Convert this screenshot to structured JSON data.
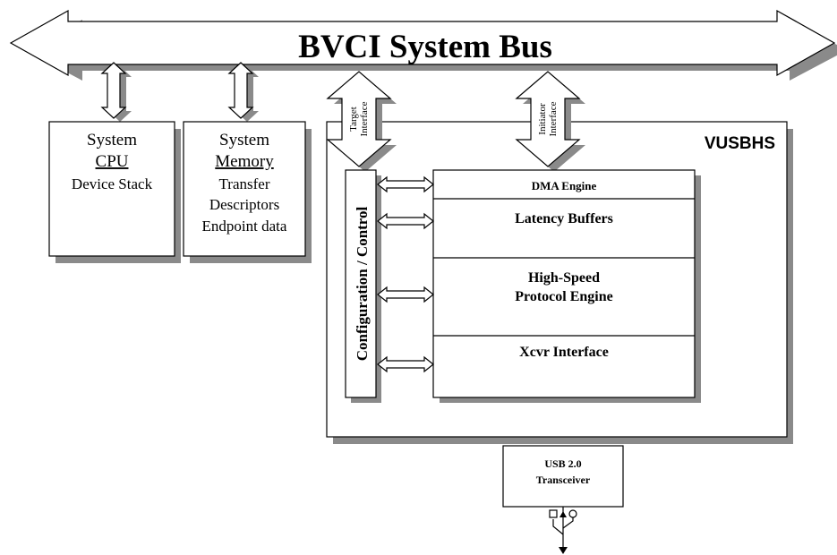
{
  "bus": {
    "title": "BVCI System Bus"
  },
  "cpu": {
    "line1": "System",
    "line2": "CPU",
    "line3": "Device Stack"
  },
  "memory": {
    "line1": "System",
    "line2": "Memory",
    "line3": "Transfer",
    "line4": "Descriptors",
    "line5": "Endpoint data"
  },
  "target_interface": {
    "line1": "Target",
    "line2": "Interface"
  },
  "initiator_interface": {
    "line1": "Initiator",
    "line2": "Interface"
  },
  "vusbhs": {
    "label": "VUSBHS"
  },
  "config": {
    "label": "Configuration / Control"
  },
  "engine": {
    "dma": "DMA Engine",
    "latency": "Latency Buffers",
    "protocol_line1": "High-Speed",
    "protocol_line2": "Protocol Engine",
    "xcvr": "Xcvr Interface"
  },
  "transceiver": {
    "line1": "USB 2.0",
    "line2": "Transceiver"
  },
  "icons": {
    "usb": "usb-icon"
  }
}
